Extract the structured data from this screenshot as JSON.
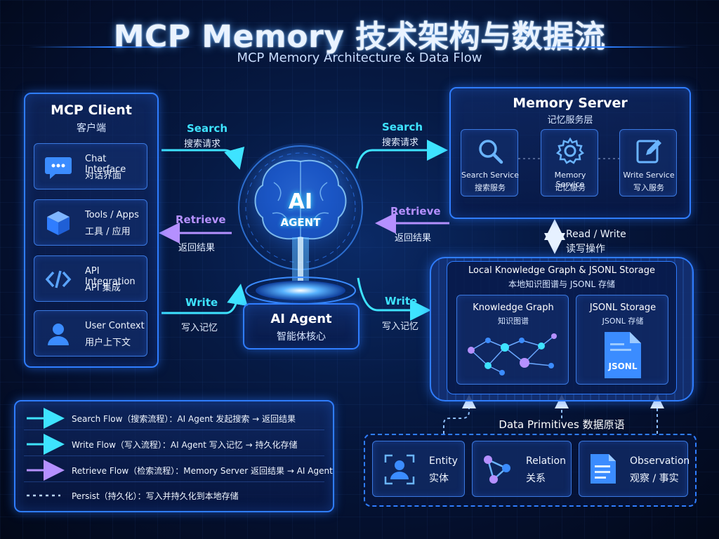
{
  "header": {
    "title": "MCP Memory 技术架构与数据流",
    "subtitle": "MCP Memory Architecture & Data Flow"
  },
  "client": {
    "title": "MCP Client",
    "subtitle": "客户端",
    "items": [
      {
        "label": "Chat Interface",
        "sub": "对话界面",
        "icon": "chat-icon"
      },
      {
        "label": "Tools / Apps",
        "sub": "工具 / 应用",
        "icon": "cube-icon"
      },
      {
        "label": "API Integration",
        "sub": "API 集成",
        "icon": "code-icon"
      },
      {
        "label": "User Context",
        "sub": "用户上下文",
        "icon": "user-icon"
      }
    ]
  },
  "agent": {
    "badge_line1": "AI",
    "badge_line2": "AGENT",
    "title": "AI Agent",
    "subtitle": "智能体核心"
  },
  "flows_left": {
    "search_en": "Search",
    "search_cn": "搜索请求",
    "retrieve_en": "Retrieve",
    "retrieve_cn": "返回结果",
    "write_en": "Write",
    "write_cn": "写入记忆"
  },
  "flows_right": {
    "search_en": "Search",
    "search_cn": "搜索请求",
    "retrieve_en": "Retrieve",
    "retrieve_cn": "返回结果",
    "write_en": "Write",
    "write_cn": "写入记忆"
  },
  "server": {
    "title": "Memory Server",
    "subtitle": "记忆服务层",
    "services": [
      {
        "label": "Search Service",
        "sub": "搜索服务",
        "icon": "search-icon"
      },
      {
        "label": "Memory Service",
        "sub": "记忆服务",
        "icon": "gear-icon"
      },
      {
        "label": "Write Service",
        "sub": "写入服务",
        "icon": "edit-icon"
      }
    ]
  },
  "readwrite": {
    "en": "Read / Write",
    "cn": "读写操作"
  },
  "storage": {
    "title": "Local Knowledge Graph & JSONL Storage",
    "subtitle": "本地知识图谱与 JSONL 存储",
    "kg_title": "Knowledge Graph",
    "kg_sub": "知识图谱",
    "jsonl_title": "JSONL Storage",
    "jsonl_sub": "JSONL 存储",
    "jsonl_file_label": "JSONL"
  },
  "primitives": {
    "title": "Data Primitives 数据原语",
    "items": [
      {
        "label": "Entity",
        "sub": "实体",
        "icon": "entity-icon"
      },
      {
        "label": "Relation",
        "sub": "关系",
        "icon": "relation-icon"
      },
      {
        "label": "Observation",
        "sub": "观察 / 事实",
        "icon": "document-icon"
      }
    ]
  },
  "legend": {
    "items": [
      {
        "text": "Search Flow（搜索流程）：AI Agent 发起搜索 → 返回结果",
        "style": "cyan-arrow"
      },
      {
        "text": "Write Flow（写入流程）：AI Agent 写入记忆 → 持久化存储",
        "style": "cyan-arrow"
      },
      {
        "text": "Retrieve Flow（检索流程）：Memory Server 返回结果 → AI Agent",
        "style": "purple-arrow"
      },
      {
        "text": "Persist（持久化）：写入并持久化到本地存储",
        "style": "dotted"
      }
    ]
  },
  "colors": {
    "accent_blue": "#2f7dff",
    "flow_cyan": "#3ee3ff",
    "flow_purple": "#b590ff",
    "background": "#061a44"
  }
}
